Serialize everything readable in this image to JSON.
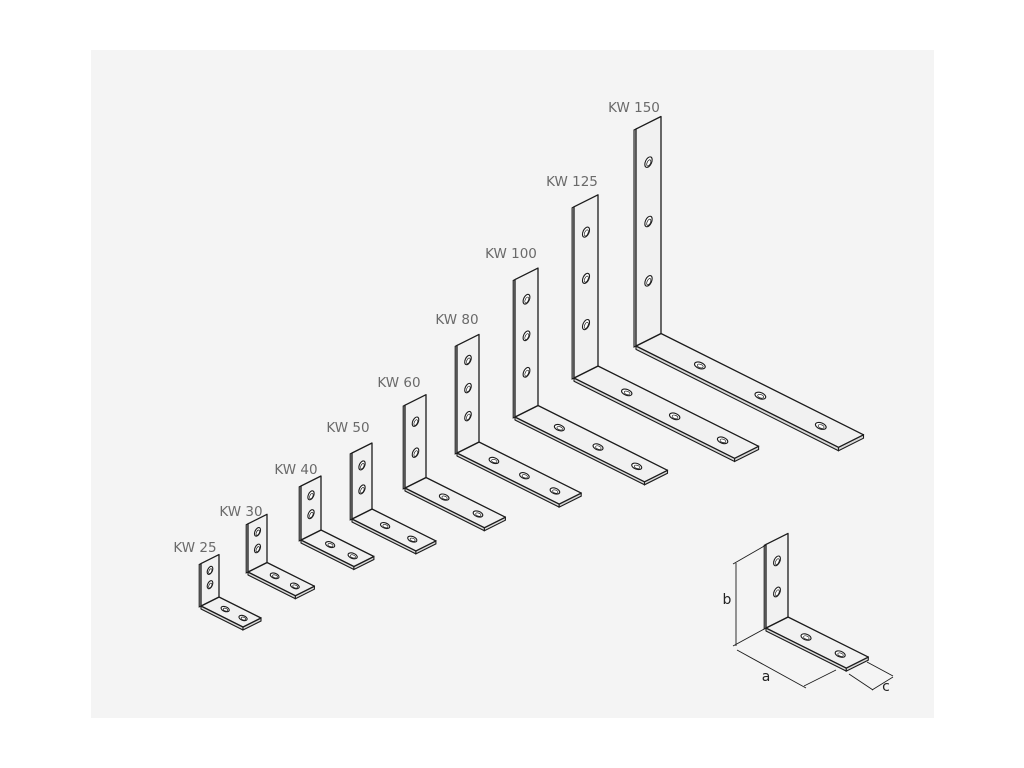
{
  "brackets": [
    {
      "label": "KW 25"
    },
    {
      "label": "KW 30"
    },
    {
      "label": "KW 40"
    },
    {
      "label": "KW 50"
    },
    {
      "label": "KW 60"
    },
    {
      "label": "KW 80"
    },
    {
      "label": "KW 100"
    },
    {
      "label": "KW 125"
    },
    {
      "label": "KW 150"
    }
  ],
  "dimension_diagram": {
    "a_label": "a",
    "b_label": "b",
    "c_label": "c"
  },
  "colors": {
    "background": "#ffffff",
    "panel": "#f4f4f4",
    "metal_face": "#f1f1f1",
    "metal_edge": "#d9d9d9",
    "outline": "#1c1c1c",
    "label": "#6a6a6a"
  }
}
